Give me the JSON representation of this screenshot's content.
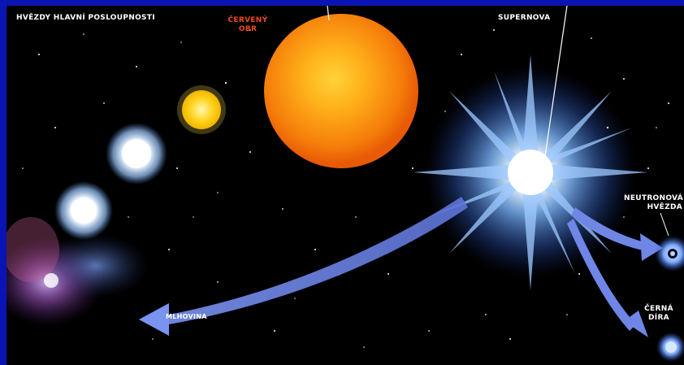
{
  "labels": {
    "main_sequence": "HVĚZDY HLAVNÍ POSLOUPNOSTI",
    "red_giant_l1": "ČERVENÝ",
    "red_giant_l2": "OBR",
    "supernova": "SUPERNOVA",
    "neutron_star_l1": "NEUTRONOVÁ",
    "neutron_star_l2": "HVĚZDA",
    "black_hole_l1": "ČERNÁ",
    "black_hole_l2": "DÍRA",
    "nebula": "MLHOVINA"
  },
  "colors": {
    "frame": "#0a14b4",
    "space": "#000000",
    "red_giant": "#f08a10",
    "yellow_star": "#ffd21a",
    "blue_star": "#8fd0ff",
    "arrow": "#6f86e6",
    "label_red": "#f04a1a"
  }
}
